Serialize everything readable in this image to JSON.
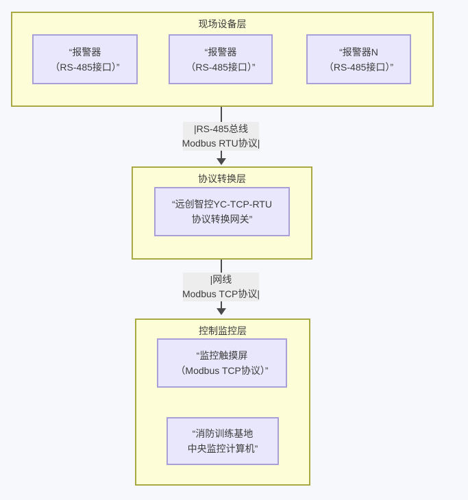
{
  "colors": {
    "page_bg": "#f7f8fb",
    "layer_fill": "#fdfdd8",
    "layer_border": "#a9a943",
    "node_fill": "#e9e7fb",
    "node_border": "#a99fd8",
    "label_bg": "#ededed",
    "arrow": "#4a4a4a",
    "text": "#3b3b3b"
  },
  "layers": [
    {
      "title": "现场设备层",
      "nodes": [
        {
          "line1": "“报警器",
          "line2": "（RS-485接口）”"
        },
        {
          "line1": "“报警器",
          "line2": "（RS-485接口）”"
        },
        {
          "line1": "“报警器N",
          "line2": "（RS-485接口）”"
        }
      ]
    },
    {
      "title": "协议转换层",
      "nodes": [
        {
          "line1": "“远创智控YC-TCP-RTU",
          "line2": "协议转换网关”"
        }
      ]
    },
    {
      "title": "控制监控层",
      "nodes": [
        {
          "line1": "“监控触摸屏",
          "line2": "（Modbus TCP协议）”"
        },
        {
          "line1": "“消防训练基地",
          "line2": "中央监控计算机”"
        }
      ]
    }
  ],
  "connectors": [
    {
      "line1": "|RS-485总线",
      "line2": "Modbus RTU协议|"
    },
    {
      "line1": "|网线",
      "line2": "Modbus TCP协议|"
    }
  ]
}
